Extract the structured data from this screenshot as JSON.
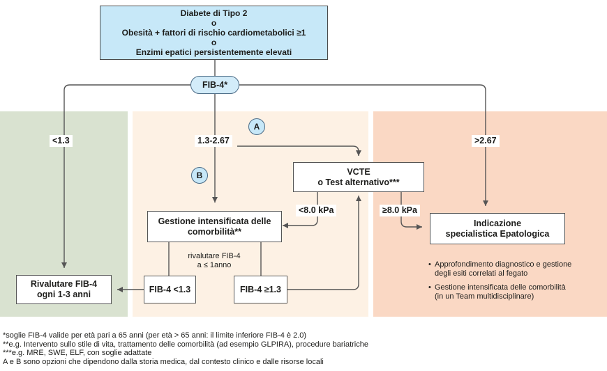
{
  "top_box": {
    "line1": "Diabete di Tipo 2",
    "or1": "o",
    "line2": "Obesità + fattori di rischio cardiometabolici ≥1",
    "or2": "o",
    "line3": "Enzimi epatici persistentemente elevati"
  },
  "fib4_label": "FIB-4*",
  "branches": {
    "low": "<1.3",
    "mid": "1.3-2.67",
    "high": ">2.67"
  },
  "options": {
    "a": "A",
    "b": "B"
  },
  "vcte_box": {
    "line1": "VCTE",
    "line2": "o Test alternativo***"
  },
  "vcte_results": {
    "low": "<8.0 kPa",
    "high": "≥8.0 kPa"
  },
  "comorbidity_box": {
    "line1": "Gestione intensificata delle",
    "line2": "comorbilità**"
  },
  "reassess_note": {
    "line1": "rivalutare FIB-4",
    "line2": "a ≤ 1anno"
  },
  "fib4_low_box": "FIB-4 <1.3",
  "fib4_high_box": "FIB-4 ≥1.3",
  "reassess_box": {
    "line1": "Rivalutare FIB-4",
    "line2": "ogni 1-3 anni"
  },
  "hepatology_box": {
    "line1": "Indicazione",
    "line2": "specialistica Epatologica"
  },
  "hepatology_bullets": [
    {
      "line1": "Approfondimento diagnostico e gestione",
      "line2": "degli esiti correlati al fegato"
    },
    {
      "line1": "Gestione intensificata delle comorbilità",
      "line2": "(in un Team multidisciplinare)"
    }
  ],
  "footnotes": [
    "*soglie FIB-4 valide per età pari a 65 anni (per età > 65 anni: il limite inferiore FIB-4 è 2.0)",
    "**e.g. Intervento sullo stile di vita, trattamento delle comorbilità (ad esempio GLPIRA), procedure bariatriche",
    "***e.g. MRE, SWE, ELF, con soglie adattate",
    "A e B sono opzioni che dipendono dalla storia medica, dal contesto clinico e dalle risorse locali"
  ],
  "colors": {
    "top_box_fill": "#c7e8f8",
    "zone_low": "#d9e2d0",
    "zone_mid": "#fdf1e4",
    "zone_high": "#fad8c4",
    "line": "#555555"
  }
}
